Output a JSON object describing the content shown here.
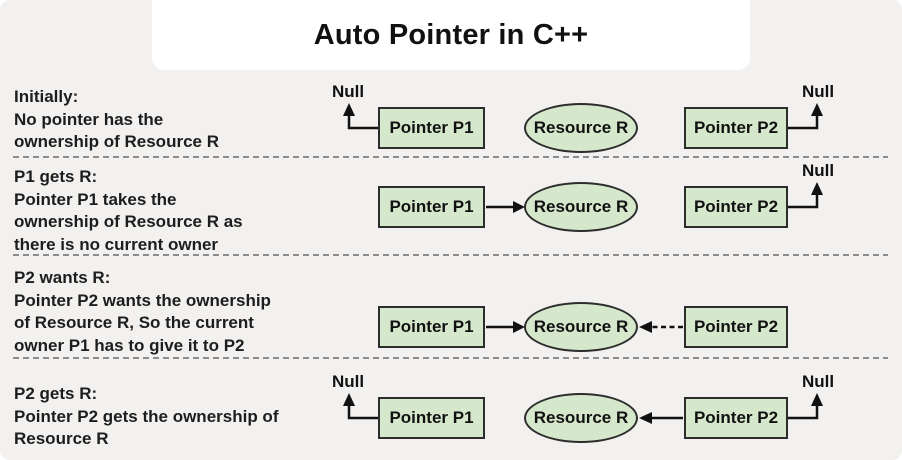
{
  "title": "Auto Pointer in C++",
  "labels": {
    "pointer_p1": "Pointer P1",
    "pointer_p2": "Pointer P2",
    "resource": "Resource R",
    "null_text": "Null"
  },
  "colors": {
    "background": "#f2f1ef",
    "node_fill": "#d6e8cc",
    "node_border": "#2d2d2d",
    "text": "#1d1d1d",
    "separator": "#8c8c8c",
    "title_card": "#ffffff"
  },
  "rows": [
    {
      "lines": [
        "Initially:",
        "No pointer has the",
        "ownership of Resource R"
      ]
    },
    {
      "lines": [
        "P1 gets R:",
        "Pointer P1 takes the",
        "ownership of Resource R as",
        "there is no current owner"
      ]
    },
    {
      "lines": [
        "P2 wants R:",
        "Pointer P2 wants the ownership",
        "of Resource R, So the current",
        "owner P1 has to give it to P2"
      ]
    },
    {
      "lines": [
        "P2 gets R:",
        "Pointer P2 gets the ownership of",
        "Resource R"
      ]
    }
  ]
}
